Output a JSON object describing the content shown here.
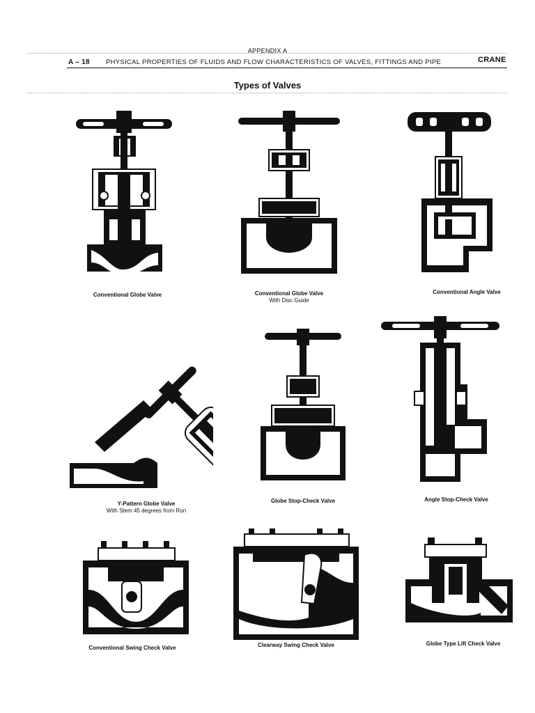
{
  "header": {
    "appendix": "APPENDIX A",
    "page_number": "A – 18",
    "running_title": "PHYSICAL PROPERTIES OF FLUIDS AND FLOW CHARACTERISTICS OF VALVES, FITTINGS AND PIPE",
    "brand": "CRANE"
  },
  "page_title": "Types of Valves",
  "figures": [
    {
      "caption": [
        "Conventional Globe Valve"
      ],
      "icon": "globe-valve-icon"
    },
    {
      "caption": [
        "Conventional Globe Valve",
        "With Disc Guide"
      ],
      "icon": "globe-valve-disc-guide-icon"
    },
    {
      "caption": [
        "Conventional Angle Valve"
      ],
      "icon": "angle-valve-icon"
    },
    {
      "caption": [
        "Y-Pattern Globe Valve",
        "With Stem 45 degrees from Run"
      ],
      "icon": "y-pattern-globe-valve-icon"
    },
    {
      "caption": [
        "Globe Stop-Check Valve"
      ],
      "icon": "globe-stop-check-valve-icon"
    },
    {
      "caption": [
        "Angle Stop-Check Valve"
      ],
      "icon": "angle-stop-check-valve-icon"
    },
    {
      "caption": [
        "Conventional Swing Check Valve"
      ],
      "icon": "swing-check-valve-icon"
    },
    {
      "caption": [
        "Clearway Swing Check Valve"
      ],
      "icon": "clearway-swing-check-valve-icon"
    },
    {
      "caption": [
        "Globe Type Lift Check Valve"
      ],
      "icon": "lift-check-valve-icon"
    }
  ]
}
